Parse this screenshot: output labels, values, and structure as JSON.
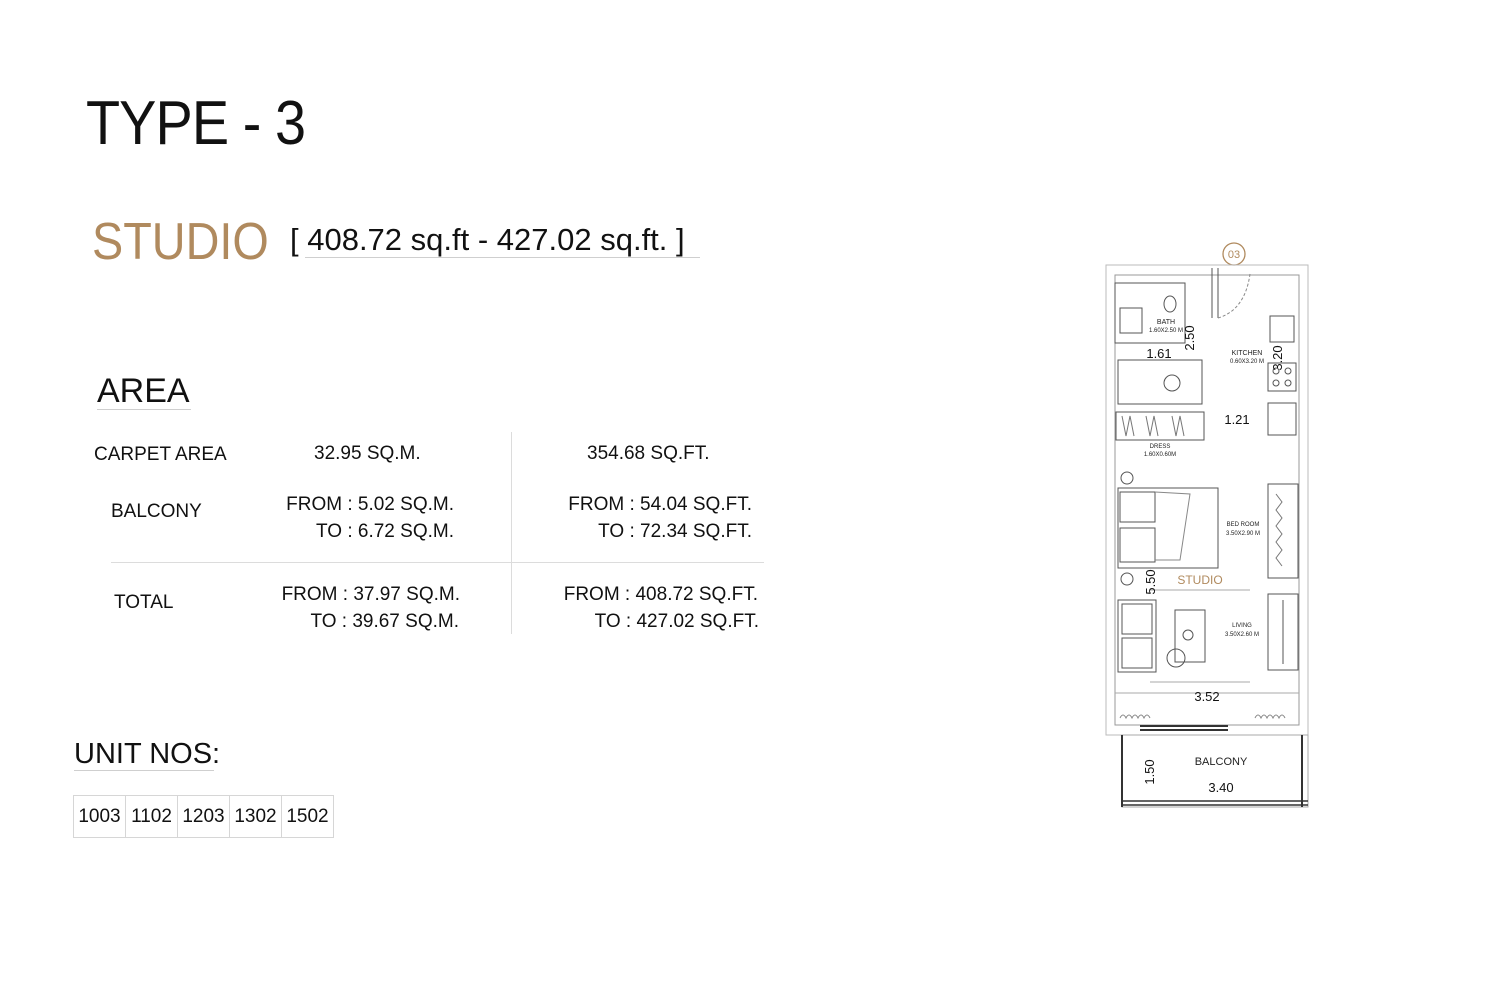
{
  "header": {
    "type_title": "TYPE - 3",
    "unit_type": "STUDIO",
    "size_range": "[ 408.72 sq.ft - 427.02 sq.ft. ]"
  },
  "area": {
    "heading": "AREA",
    "rows": [
      {
        "label": "CARPET AREA",
        "sqm": [
          "32.95 SQ.M."
        ],
        "sqft": [
          "354.68 SQ.FT."
        ]
      },
      {
        "label": "BALCONY",
        "sqm": [
          "FROM : 5.02 SQ.M.",
          "TO : 6.72 SQ.M."
        ],
        "sqft": [
          "FROM : 54.04 SQ.FT.",
          "TO : 72.34 SQ.FT."
        ]
      },
      {
        "label": "TOTAL",
        "sqm": [
          "FROM : 37.97 SQ.M.",
          "TO : 39.67 SQ.M."
        ],
        "sqft": [
          "FROM : 408.72 SQ.FT.",
          "TO : 427.02 SQ.FT."
        ]
      }
    ]
  },
  "units": {
    "heading": "UNIT NOS:",
    "numbers": [
      "1003",
      "1102",
      "1203",
      "1302",
      "1502"
    ]
  },
  "floor_plan": {
    "marker": "03",
    "rooms": {
      "bath": {
        "name": "BATH",
        "size": "1.60X2.50 M"
      },
      "kitchen": {
        "name": "KITCHEN",
        "size": "0.60X3.20 M"
      },
      "dress": {
        "name": "DRESS",
        "size": "1.60X0.60M"
      },
      "bedroom": {
        "name": "BED ROOM",
        "size": "3.50X2.90 M"
      },
      "living": {
        "name": "LIVING",
        "size": "3.50X2.60 M"
      },
      "balcony": {
        "name": "BALCONY"
      },
      "studio": {
        "name": "STUDIO"
      }
    },
    "dimensions": {
      "d161": "1.61",
      "d250": "2.50",
      "d320": "3.20",
      "d121": "1.21",
      "d550": "5.50",
      "d352": "3.52",
      "d150": "1.50",
      "d340": "3.40"
    },
    "colors": {
      "accent": "#b08a5e",
      "line": "#555555"
    }
  }
}
